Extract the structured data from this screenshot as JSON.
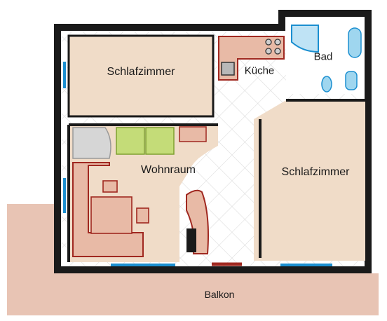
{
  "rooms": {
    "schlafzimmer_1": "Schlafzimmer",
    "kueche": "Küche",
    "bad": "Bad",
    "wohnraum": "Wohnraum",
    "schlafzimmer_2": "Schlafzimmer",
    "balkon": "Balkon"
  },
  "colors": {
    "wall": "#1a1a1a",
    "room_fill": "#f0dcc8",
    "balcony_fill": "#e8c4b4",
    "furniture": "#e8baa6",
    "furniture_dark": "#a02820",
    "window": "#1b8fd0",
    "sofa": "#c4dc78",
    "bathroom_fixture": "#9fd6ef",
    "tile_grid": "#e0e0e0"
  }
}
